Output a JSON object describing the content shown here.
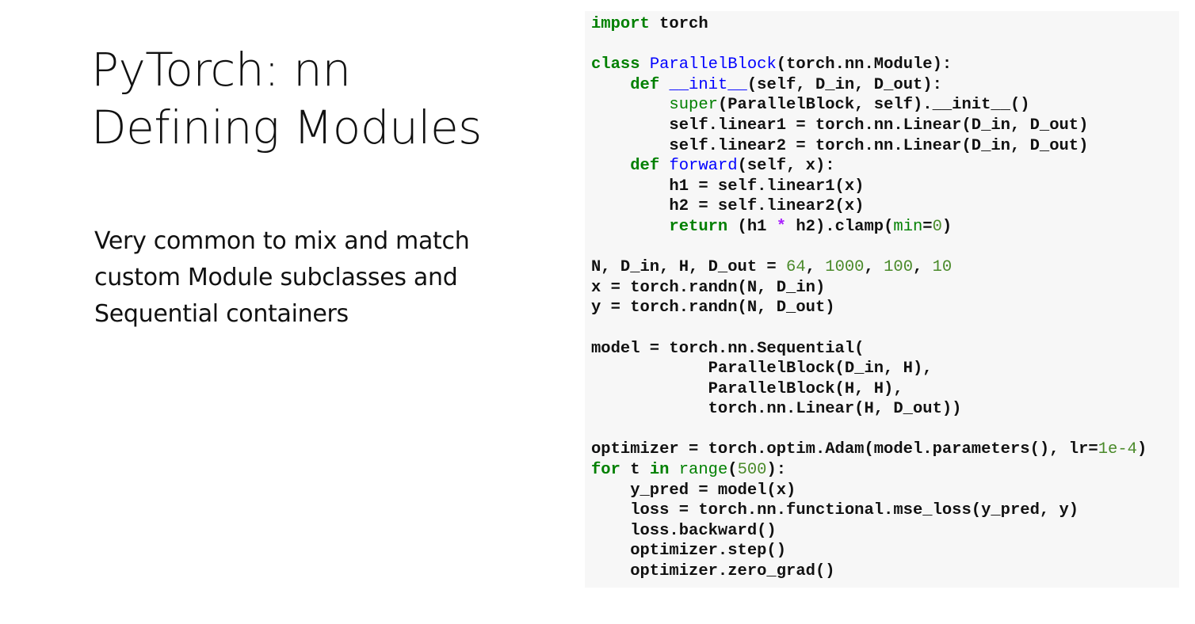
{
  "slide": {
    "title_line1": "PyTorch: nn",
    "title_line2": "Defining Modules",
    "body_line1": "Very common to mix and match",
    "body_line2": "custom Module subclasses and",
    "body_line3": "Sequential containers"
  },
  "code": {
    "lines": [
      [
        [
          "kw",
          "import"
        ],
        [
          "ph",
          " torch"
        ]
      ],
      [],
      [
        [
          "kw",
          "class"
        ],
        [
          "ph",
          " "
        ],
        [
          "fn",
          "ParallelBlock"
        ],
        [
          "ph",
          "(torch.nn.Module):"
        ]
      ],
      [
        [
          "ph",
          "    "
        ],
        [
          "kw",
          "def"
        ],
        [
          "ph",
          " "
        ],
        [
          "fn",
          "__init__"
        ],
        [
          "ph",
          "(self, D_in, D_out):"
        ]
      ],
      [
        [
          "ph",
          "        "
        ],
        [
          "bi",
          "super"
        ],
        [
          "ph",
          "(ParallelBlock, self).__init__()"
        ]
      ],
      [
        [
          "ph",
          "        self.linear1 = torch.nn.Linear(D_in, D_out)"
        ]
      ],
      [
        [
          "ph",
          "        self.linear2 = torch.nn.Linear(D_in, D_out)"
        ]
      ],
      [
        [
          "ph",
          "    "
        ],
        [
          "kw",
          "def"
        ],
        [
          "ph",
          " "
        ],
        [
          "fn",
          "forward"
        ],
        [
          "ph",
          "(self, x):"
        ]
      ],
      [
        [
          "ph",
          "        h1 = self.linear1(x)"
        ]
      ],
      [
        [
          "ph",
          "        h2 = self.linear2(x)"
        ]
      ],
      [
        [
          "ph",
          "        "
        ],
        [
          "kw",
          "return"
        ],
        [
          "ph",
          " (h1 "
        ],
        [
          "op",
          "*"
        ],
        [
          "ph",
          " h2).clamp("
        ],
        [
          "bi",
          "min"
        ],
        [
          "ph",
          "="
        ],
        [
          "num",
          "0"
        ],
        [
          "ph",
          ")"
        ]
      ],
      [],
      [
        [
          "ph",
          "N, D_in, H, D_out = "
        ],
        [
          "num",
          "64"
        ],
        [
          "ph",
          ", "
        ],
        [
          "num",
          "1000"
        ],
        [
          "ph",
          ", "
        ],
        [
          "num",
          "100"
        ],
        [
          "ph",
          ", "
        ],
        [
          "num",
          "10"
        ]
      ],
      [
        [
          "ph",
          "x = torch.randn(N, D_in)"
        ]
      ],
      [
        [
          "ph",
          "y = torch.randn(N, D_out)"
        ]
      ],
      [],
      [
        [
          "ph",
          "model = torch.nn.Sequential("
        ]
      ],
      [
        [
          "ph",
          "            ParallelBlock(D_in, H),"
        ]
      ],
      [
        [
          "ph",
          "            ParallelBlock(H, H),"
        ]
      ],
      [
        [
          "ph",
          "            torch.nn.Linear(H, D_out))"
        ]
      ],
      [],
      [
        [
          "ph",
          "optimizer = torch.optim.Adam(model.parameters(), lr="
        ],
        [
          "num",
          "1e-4"
        ],
        [
          "ph",
          ")"
        ]
      ],
      [
        [
          "kw",
          "for"
        ],
        [
          "ph",
          " t "
        ],
        [
          "kw",
          "in"
        ],
        [
          "ph",
          " "
        ],
        [
          "bi",
          "range"
        ],
        [
          "ph",
          "("
        ],
        [
          "num",
          "500"
        ],
        [
          "ph",
          "):"
        ]
      ],
      [
        [
          "ph",
          "    y_pred = model(x)"
        ]
      ],
      [
        [
          "ph",
          "    loss = torch.nn.functional.mse_loss(y_pred, y)"
        ]
      ],
      [
        [
          "ph",
          "    loss.backward()"
        ]
      ],
      [
        [
          "ph",
          "    optimizer.step()"
        ]
      ],
      [
        [
          "ph",
          "    optimizer.zero_grad()"
        ]
      ]
    ]
  },
  "colors": {
    "keyword": "#008000",
    "function_name": "#0000ff",
    "number": "#4a8a2a",
    "operator": "#aa22ff",
    "code_background": "#f7f7f7"
  }
}
